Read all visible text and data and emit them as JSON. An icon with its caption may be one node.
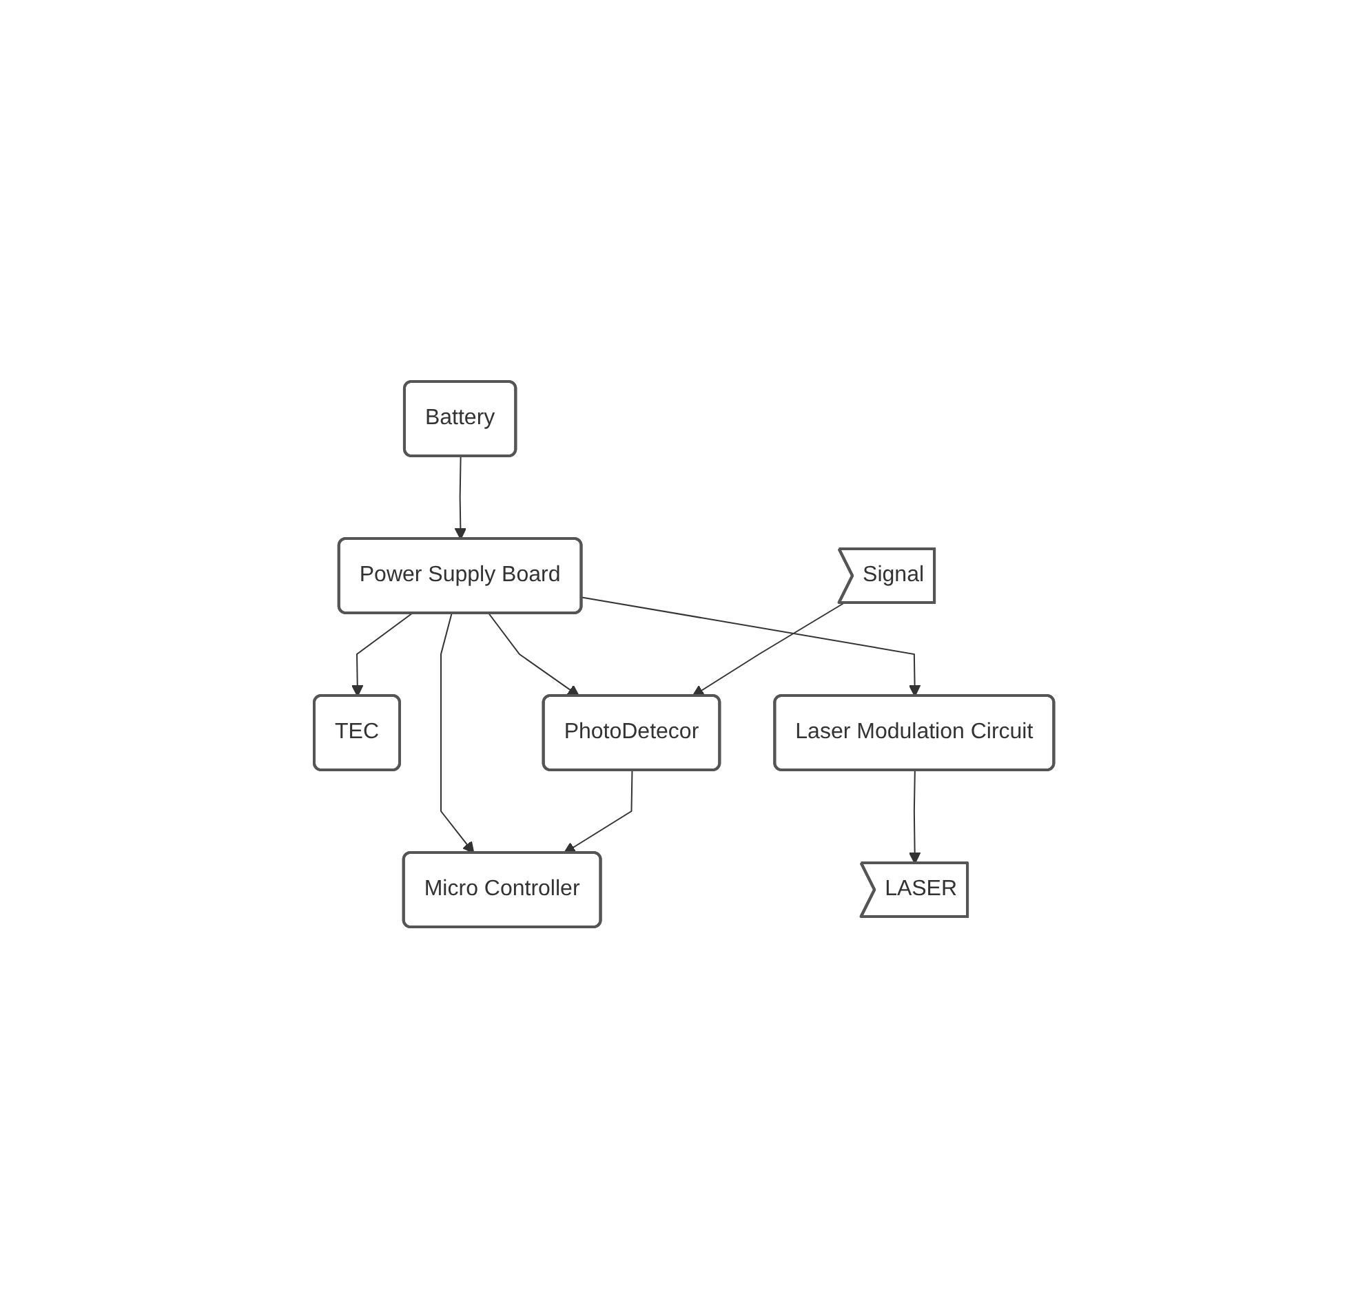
{
  "diagram": {
    "nodes": [
      {
        "text": [
          "Battery"
        ]
      },
      {
        "text": [
          "Power Supply Board"
        ]
      },
      {
        "text": [
          "TEC"
        ]
      },
      {
        "text": [
          "PhotoDetecor"
        ]
      },
      {
        "text": [
          "Micro Controller"
        ]
      },
      {
        "text": [
          "Laser Modulation Circuit"
        ]
      },
      {
        "text": [
          "Signal"
        ]
      },
      {
        "text": [
          "LASER"
        ]
      }
    ],
    "edges": [
      {
        "from": 0,
        "to": 1,
        "arrow": "to"
      },
      {
        "from": 1,
        "to": 2,
        "arrow": "to"
      },
      {
        "from": 1,
        "to": 3,
        "arrow": "to"
      },
      {
        "from": 1,
        "to": 4,
        "arrow": "to"
      },
      {
        "from": 1,
        "to": 5,
        "arrow": "to"
      },
      {
        "from": 3,
        "to": 4,
        "arrow": "to"
      },
      {
        "from": 6,
        "to": 3,
        "arrow": "to"
      },
      {
        "from": 5,
        "to": 7,
        "arrow": "to"
      }
    ]
  }
}
